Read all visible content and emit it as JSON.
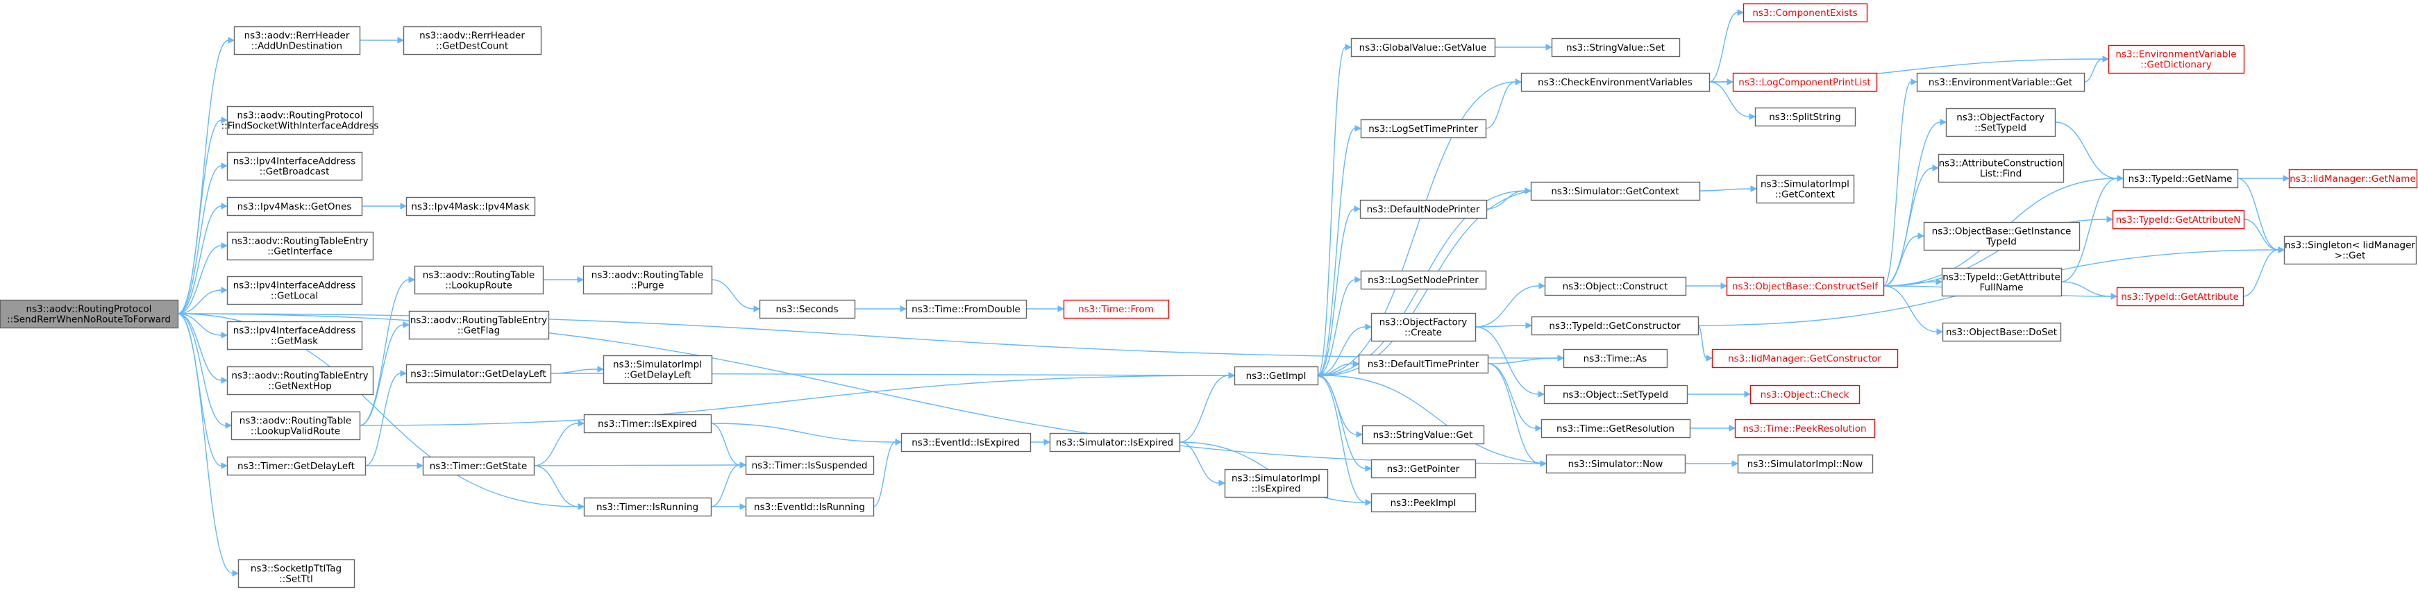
{
  "diagram": {
    "colors": {
      "edge": "#63b8ff",
      "node_border": "#666666",
      "root_fill": "#999999",
      "missing_border": "#ff0000",
      "background": "#ffffff"
    },
    "nodes": [
      {
        "id": "root",
        "lines": [
          "ns3::aodv::RoutingProtocol",
          "::SendRerrWhenNoRouteToForward"
        ],
        "style": "root"
      },
      {
        "id": "addUnDest",
        "lines": [
          "ns3::aodv::RerrHeader",
          "::AddUnDestination"
        ]
      },
      {
        "id": "getDestCount",
        "lines": [
          "ns3::aodv::RerrHeader",
          "::GetDestCount"
        ]
      },
      {
        "id": "findSocket",
        "lines": [
          "ns3::aodv::RoutingProtocol",
          "::FindSocketWithInterfaceAddress"
        ]
      },
      {
        "id": "ifaceBroadcast",
        "lines": [
          "ns3::Ipv4InterfaceAddress",
          "::GetBroadcast"
        ]
      },
      {
        "id": "getOnes",
        "lines": [
          "ns3::Ipv4Mask::GetOnes"
        ]
      },
      {
        "id": "ipv4Mask",
        "lines": [
          "ns3::Ipv4Mask::Ipv4Mask"
        ]
      },
      {
        "id": "rteGetInterface",
        "lines": [
          "ns3::aodv::RoutingTableEntry",
          "::GetInterface"
        ]
      },
      {
        "id": "ifaceLocal",
        "lines": [
          "ns3::Ipv4InterfaceAddress",
          "::GetLocal"
        ]
      },
      {
        "id": "ifaceMask",
        "lines": [
          "ns3::Ipv4InterfaceAddress",
          "::GetMask"
        ]
      },
      {
        "id": "rteNextHop",
        "lines": [
          "ns3::aodv::RoutingTableEntry",
          "::GetNextHop"
        ]
      },
      {
        "id": "lookupValid",
        "lines": [
          "ns3::aodv::RoutingTable",
          "::LookupValidRoute"
        ]
      },
      {
        "id": "timerDelayLeft",
        "lines": [
          "ns3::Timer::GetDelayLeft"
        ]
      },
      {
        "id": "socketSetTtl",
        "lines": [
          "ns3::SocketIpTtlTag",
          "::SetTtl"
        ]
      },
      {
        "id": "lookupRoute",
        "lines": [
          "ns3::aodv::RoutingTable",
          "::LookupRoute"
        ]
      },
      {
        "id": "rteFlag",
        "lines": [
          "ns3::aodv::RoutingTableEntry",
          "::GetFlag"
        ]
      },
      {
        "id": "simDelayLeft",
        "lines": [
          "ns3::Simulator::GetDelayLeft"
        ]
      },
      {
        "id": "timerGetState",
        "lines": [
          "ns3::Timer::GetState"
        ]
      },
      {
        "id": "rtPurge",
        "lines": [
          "ns3::aodv::RoutingTable",
          "::Purge"
        ]
      },
      {
        "id": "simImplDelayLeft",
        "lines": [
          "ns3::SimulatorImpl",
          "::GetDelayLeft"
        ]
      },
      {
        "id": "timerIsExpired",
        "lines": [
          "ns3::Timer::IsExpired"
        ]
      },
      {
        "id": "timerIsSuspended",
        "lines": [
          "ns3::Timer::IsSuspended"
        ]
      },
      {
        "id": "timerIsRunning",
        "lines": [
          "ns3::Timer::IsRunning"
        ]
      },
      {
        "id": "seconds",
        "lines": [
          "ns3::Seconds"
        ]
      },
      {
        "id": "eventIsRunning",
        "lines": [
          "ns3::EventId::IsRunning"
        ]
      },
      {
        "id": "eventIsExpired",
        "lines": [
          "ns3::EventId::IsExpired"
        ]
      },
      {
        "id": "timeFromDouble",
        "lines": [
          "ns3::Time::FromDouble"
        ]
      },
      {
        "id": "simIsExpired",
        "lines": [
          "ns3::Simulator::IsExpired"
        ]
      },
      {
        "id": "timeFrom",
        "lines": [
          "ns3::Time::From"
        ],
        "style": "red"
      },
      {
        "id": "simImplIsExpired",
        "lines": [
          "ns3::SimulatorImpl",
          "::IsExpired"
        ]
      },
      {
        "id": "getImpl",
        "lines": [
          "ns3::GetImpl"
        ]
      },
      {
        "id": "globalGetValue",
        "lines": [
          "ns3::GlobalValue::GetValue"
        ]
      },
      {
        "id": "logSetTimePrinter",
        "lines": [
          "ns3::LogSetTimePrinter"
        ]
      },
      {
        "id": "defaultNodePrinter",
        "lines": [
          "ns3::DefaultNodePrinter"
        ]
      },
      {
        "id": "logSetNodePrinter",
        "lines": [
          "ns3::LogSetNodePrinter"
        ]
      },
      {
        "id": "objFactoryCreate",
        "lines": [
          "ns3::ObjectFactory",
          "::Create"
        ]
      },
      {
        "id": "defaultTimePrinter",
        "lines": [
          "ns3::DefaultTimePrinter"
        ]
      },
      {
        "id": "stringValueGet",
        "lines": [
          "ns3::StringValue::Get"
        ]
      },
      {
        "id": "getPointer",
        "lines": [
          "ns3::GetPointer"
        ]
      },
      {
        "id": "peekImpl",
        "lines": [
          "ns3::PeekImpl"
        ]
      },
      {
        "id": "stringValueSet",
        "lines": [
          "ns3::StringValue::Set"
        ]
      },
      {
        "id": "checkEnvVars",
        "lines": [
          "ns3::CheckEnvironmentVariables"
        ]
      },
      {
        "id": "simGetContext",
        "lines": [
          "ns3::Simulator::GetContext"
        ]
      },
      {
        "id": "objConstruct",
        "lines": [
          "ns3::Object::Construct"
        ]
      },
      {
        "id": "typeIdGetConstructor",
        "lines": [
          "ns3::TypeId::GetConstructor"
        ]
      },
      {
        "id": "timeAs",
        "lines": [
          "ns3::Time::As"
        ]
      },
      {
        "id": "objSetTypeId",
        "lines": [
          "ns3::Object::SetTypeId"
        ]
      },
      {
        "id": "timeGetResolution",
        "lines": [
          "ns3::Time::GetResolution"
        ]
      },
      {
        "id": "simNow",
        "lines": [
          "ns3::Simulator::Now"
        ]
      },
      {
        "id": "componentExists",
        "lines": [
          "ns3::ComponentExists"
        ],
        "style": "red"
      },
      {
        "id": "logComponentPrintList",
        "lines": [
          "ns3::LogComponentPrintList"
        ],
        "style": "red"
      },
      {
        "id": "splitString",
        "lines": [
          "ns3::SplitString"
        ]
      },
      {
        "id": "simImplGetContext",
        "lines": [
          "ns3::SimulatorImpl",
          "::GetContext"
        ]
      },
      {
        "id": "objBaseConstructSelf",
        "lines": [
          "ns3::ObjectBase::ConstructSelf"
        ],
        "style": "red"
      },
      {
        "id": "iidGetConstructor",
        "lines": [
          "ns3::IidManager::GetConstructor"
        ],
        "style": "red"
      },
      {
        "id": "objCheck",
        "lines": [
          "ns3::Object::Check"
        ],
        "style": "red"
      },
      {
        "id": "timePeekResolution",
        "lines": [
          "ns3::Time::PeekResolution"
        ],
        "style": "red"
      },
      {
        "id": "simImplNow",
        "lines": [
          "ns3::SimulatorImpl::Now"
        ]
      },
      {
        "id": "envVarGet",
        "lines": [
          "ns3::EnvironmentVariable::Get"
        ]
      },
      {
        "id": "objFactorySetTypeId",
        "lines": [
          "ns3::ObjectFactory",
          "::SetTypeId"
        ]
      },
      {
        "id": "attrConstructionFind",
        "lines": [
          "ns3::AttributeConstruction",
          "List::Find"
        ]
      },
      {
        "id": "objBaseGetInstanceTypeId",
        "lines": [
          "ns3::ObjectBase::GetInstance",
          "TypeId"
        ]
      },
      {
        "id": "typeIdGetAttrFullName",
        "lines": [
          "ns3::TypeId::GetAttribute",
          "FullName"
        ]
      },
      {
        "id": "objBaseDoSet",
        "lines": [
          "ns3::ObjectBase::DoSet"
        ]
      },
      {
        "id": "envVarGetDictionary",
        "lines": [
          "ns3::EnvironmentVariable",
          "::GetDictionary"
        ],
        "style": "red"
      },
      {
        "id": "typeIdGetName",
        "lines": [
          "ns3::TypeId::GetName"
        ]
      },
      {
        "id": "typeIdGetAttributeN",
        "lines": [
          "ns3::TypeId::GetAttributeN"
        ],
        "style": "red"
      },
      {
        "id": "typeIdGetAttribute",
        "lines": [
          "ns3::TypeId::GetAttribute"
        ],
        "style": "red"
      },
      {
        "id": "iidGetName",
        "lines": [
          "ns3::IidManager::GetName"
        ],
        "style": "red"
      },
      {
        "id": "singletonGet",
        "lines": [
          "ns3::Singleton< IidManager",
          ">::Get"
        ]
      }
    ],
    "edges": [
      [
        "root",
        "addUnDest"
      ],
      [
        "root",
        "findSocket"
      ],
      [
        "root",
        "ifaceBroadcast"
      ],
      [
        "root",
        "getOnes"
      ],
      [
        "root",
        "rteGetInterface"
      ],
      [
        "root",
        "ifaceLocal"
      ],
      [
        "root",
        "ifaceMask"
      ],
      [
        "root",
        "rteNextHop"
      ],
      [
        "root",
        "lookupValid"
      ],
      [
        "root",
        "timerDelayLeft"
      ],
      [
        "root",
        "timerIsRunning"
      ],
      [
        "root",
        "socketSetTtl"
      ],
      [
        "root",
        "timeAs"
      ],
      [
        "root",
        "simNow"
      ],
      [
        "addUnDest",
        "getDestCount"
      ],
      [
        "getOnes",
        "ipv4Mask"
      ],
      [
        "lookupValid",
        "lookupRoute"
      ],
      [
        "lookupValid",
        "rteFlag"
      ],
      [
        "lookupValid",
        "getImpl"
      ],
      [
        "lookupRoute",
        "rtPurge"
      ],
      [
        "rtPurge",
        "seconds"
      ],
      [
        "seconds",
        "timeFromDouble"
      ],
      [
        "timeFromDouble",
        "timeFrom"
      ],
      [
        "timerDelayLeft",
        "simDelayLeft"
      ],
      [
        "timerDelayLeft",
        "timerGetState"
      ],
      [
        "simDelayLeft",
        "simImplDelayLeft"
      ],
      [
        "simDelayLeft",
        "getImpl"
      ],
      [
        "timerGetState",
        "timerIsExpired"
      ],
      [
        "timerGetState",
        "timerIsSuspended"
      ],
      [
        "timerGetState",
        "timerIsRunning"
      ],
      [
        "timerIsExpired",
        "eventIsExpired"
      ],
      [
        "timerIsExpired",
        "timerIsSuspended"
      ],
      [
        "timerIsRunning",
        "eventIsRunning"
      ],
      [
        "timerIsRunning",
        "timerIsSuspended"
      ],
      [
        "eventIsRunning",
        "eventIsExpired"
      ],
      [
        "eventIsExpired",
        "simIsExpired"
      ],
      [
        "simIsExpired",
        "simImplIsExpired"
      ],
      [
        "simIsExpired",
        "getImpl"
      ],
      [
        "simIsExpired",
        "peekImpl"
      ],
      [
        "getImpl",
        "globalGetValue"
      ],
      [
        "getImpl",
        "logSetTimePrinter"
      ],
      [
        "getImpl",
        "defaultNodePrinter"
      ],
      [
        "getImpl",
        "logSetNodePrinter"
      ],
      [
        "getImpl",
        "objFactoryCreate"
      ],
      [
        "getImpl",
        "defaultTimePrinter"
      ],
      [
        "getImpl",
        "stringValueGet"
      ],
      [
        "getImpl",
        "getPointer"
      ],
      [
        "getImpl",
        "peekImpl"
      ],
      [
        "getImpl",
        "simGetContext"
      ],
      [
        "getImpl",
        "checkEnvVars"
      ],
      [
        "globalGetValue",
        "stringValueSet"
      ],
      [
        "logSetTimePrinter",
        "checkEnvVars"
      ],
      [
        "checkEnvVars",
        "componentExists"
      ],
      [
        "checkEnvVars",
        "logComponentPrintList"
      ],
      [
        "checkEnvVars",
        "splitString"
      ],
      [
        "checkEnvVars",
        "envVarGetDictionary"
      ],
      [
        "defaultNodePrinter",
        "simGetContext"
      ],
      [
        "simGetContext",
        "simImplGetContext"
      ],
      [
        "simGetContext",
        "getImpl"
      ],
      [
        "objFactoryCreate",
        "objConstruct"
      ],
      [
        "objFactoryCreate",
        "typeIdGetConstructor"
      ],
      [
        "objFactoryCreate",
        "objSetTypeId"
      ],
      [
        "objConstruct",
        "objBaseConstructSelf"
      ],
      [
        "typeIdGetConstructor",
        "iidGetConstructor"
      ],
      [
        "objSetTypeId",
        "objCheck"
      ],
      [
        "defaultTimePrinter",
        "timeAs"
      ],
      [
        "defaultTimePrinter",
        "timeGetResolution"
      ],
      [
        "defaultTimePrinter",
        "simNow"
      ],
      [
        "timeGetResolution",
        "timePeekResolution"
      ],
      [
        "simNow",
        "simImplNow"
      ],
      [
        "simNow",
        "getImpl"
      ],
      [
        "objBaseConstructSelf",
        "envVarGet"
      ],
      [
        "objBaseConstructSelf",
        "objFactorySetTypeId"
      ],
      [
        "objBaseConstructSelf",
        "attrConstructionFind"
      ],
      [
        "objBaseConstructSelf",
        "objBaseGetInstanceTypeId"
      ],
      [
        "objBaseConstructSelf",
        "typeIdGetAttrFullName"
      ],
      [
        "objBaseConstructSelf",
        "objBaseDoSet"
      ],
      [
        "objBaseConstructSelf",
        "typeIdGetName"
      ],
      [
        "objBaseConstructSelf",
        "typeIdGetAttributeN"
      ],
      [
        "objBaseConstructSelf",
        "typeIdGetAttribute"
      ],
      [
        "envVarGet",
        "envVarGetDictionary"
      ],
      [
        "objFactorySetTypeId",
        "typeIdGetName"
      ],
      [
        "typeIdGetAttrFullName",
        "typeIdGetName"
      ],
      [
        "typeIdGetAttrFullName",
        "typeIdGetAttribute"
      ],
      [
        "typeIdGetName",
        "iidGetName"
      ],
      [
        "typeIdGetName",
        "singletonGet"
      ],
      [
        "typeIdGetAttributeN",
        "singletonGet"
      ],
      [
        "typeIdGetAttribute",
        "singletonGet"
      ],
      [
        "typeIdGetConstructor",
        "singletonGet"
      ]
    ]
  }
}
